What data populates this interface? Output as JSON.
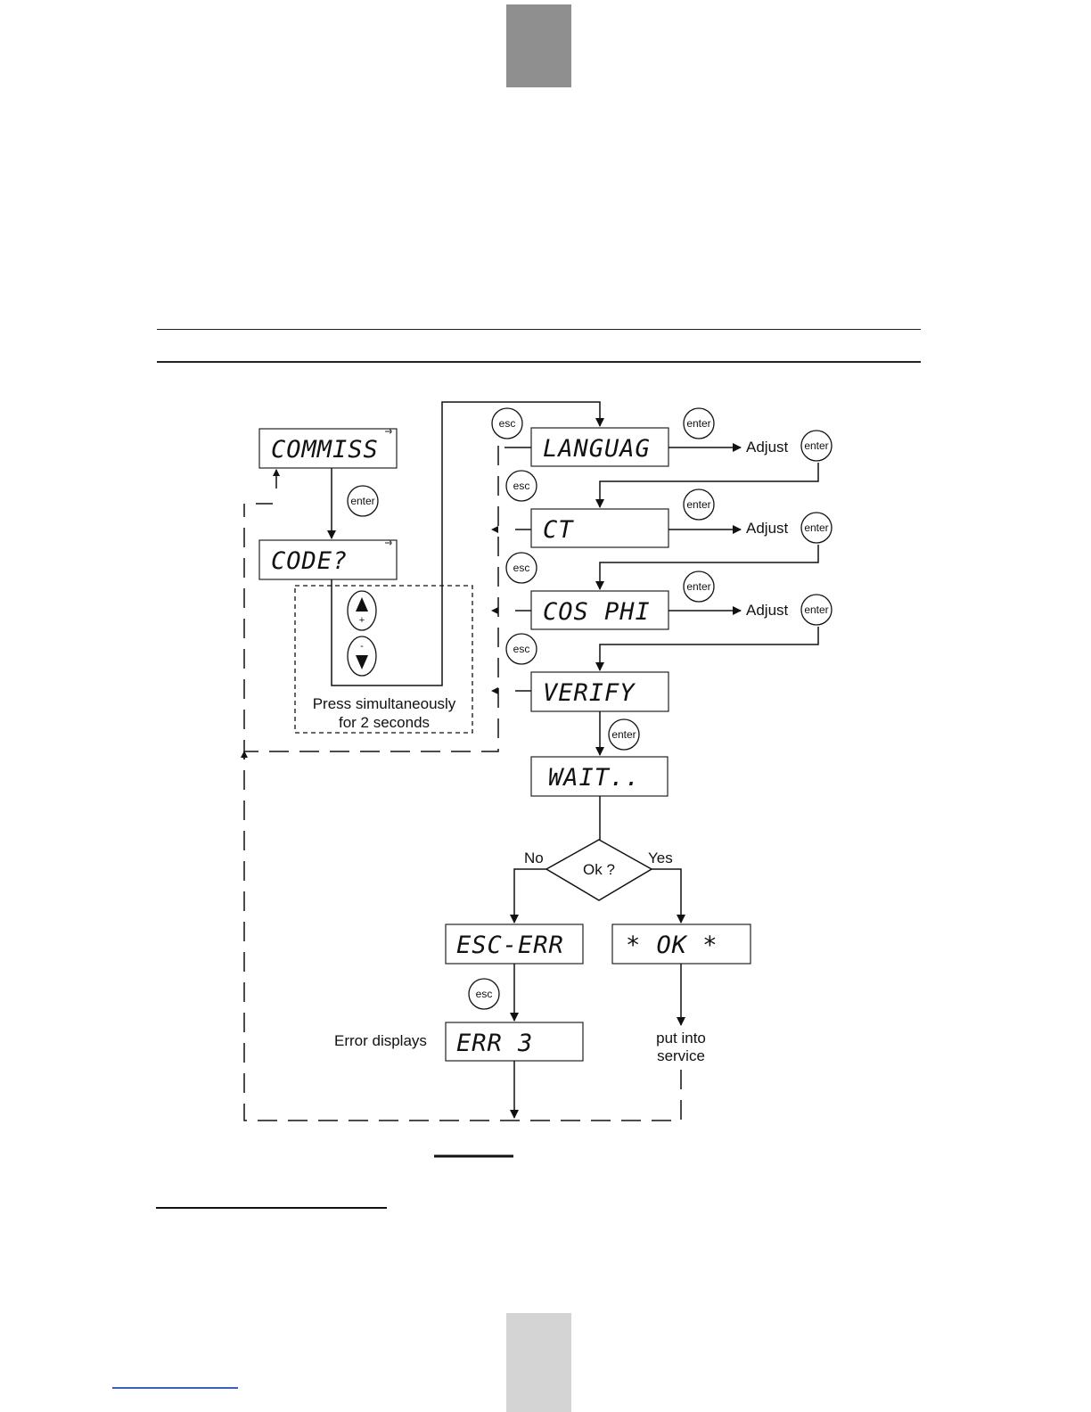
{
  "screens": {
    "commiss": "COMMISS",
    "code": "CODE?",
    "languag": "LANGUAG",
    "ct": "CT",
    "cosphi": "COS PHI",
    "verify": "VERIFY",
    "wait": "WAIT..",
    "escerr": "ESC-ERR",
    "ok": "* OK *",
    "err3": "ERR 3"
  },
  "labels": {
    "adjust": "Adjust",
    "press_line1": "Press simultaneously",
    "press_line2": "for 2 seconds",
    "decision": "Ok ?",
    "no": "No",
    "yes": "Yes",
    "error_displays": "Error displays",
    "put_into_line1": "put into",
    "put_into_line2": "service"
  },
  "buttons": {
    "enter": "enter",
    "esc": "esc",
    "plus": "+",
    "minus": "-"
  }
}
